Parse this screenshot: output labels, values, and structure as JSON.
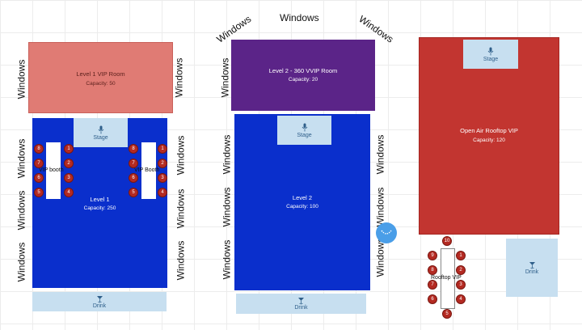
{
  "windows_label": "Windows",
  "rooms": {
    "l1_vip": {
      "name": "Level 1 VIP Room",
      "capacity": "Capacity: 50",
      "color": "#e07b74"
    },
    "l1": {
      "name": "Level 1",
      "capacity": "Capacity: 250",
      "color": "#0a2fcc"
    },
    "l2_vip": {
      "name": "Level 2 - 360 VVIP Room",
      "capacity": "Capacity: 20",
      "color": "#5b2488"
    },
    "l2": {
      "name": "Level 2",
      "capacity": "Capacity: 100",
      "color": "#0a2fcc"
    },
    "rooftop": {
      "name": "Open Air Rooftop VIP",
      "capacity": "Capacity: 120",
      "color": "#c23530"
    }
  },
  "stage_label": "Stage",
  "drink_label": "Drink",
  "booths": {
    "l1_left": {
      "label": "VIP booth",
      "seats": [
        "8",
        "1",
        "7",
        "2",
        "6",
        "3",
        "5",
        "4"
      ]
    },
    "l1_right": {
      "label": "VIP Booth",
      "seats": [
        "8",
        "1",
        "7",
        "2",
        "6",
        "3",
        "5",
        "4"
      ]
    },
    "rooftop": {
      "label": "Rooftop VIP",
      "seats": [
        "10",
        "9",
        "1",
        "8",
        "2",
        "7",
        "3",
        "6",
        "4",
        "5"
      ]
    }
  },
  "colors": {
    "light_box": "#c7dff0",
    "seat": "#b42a22"
  }
}
